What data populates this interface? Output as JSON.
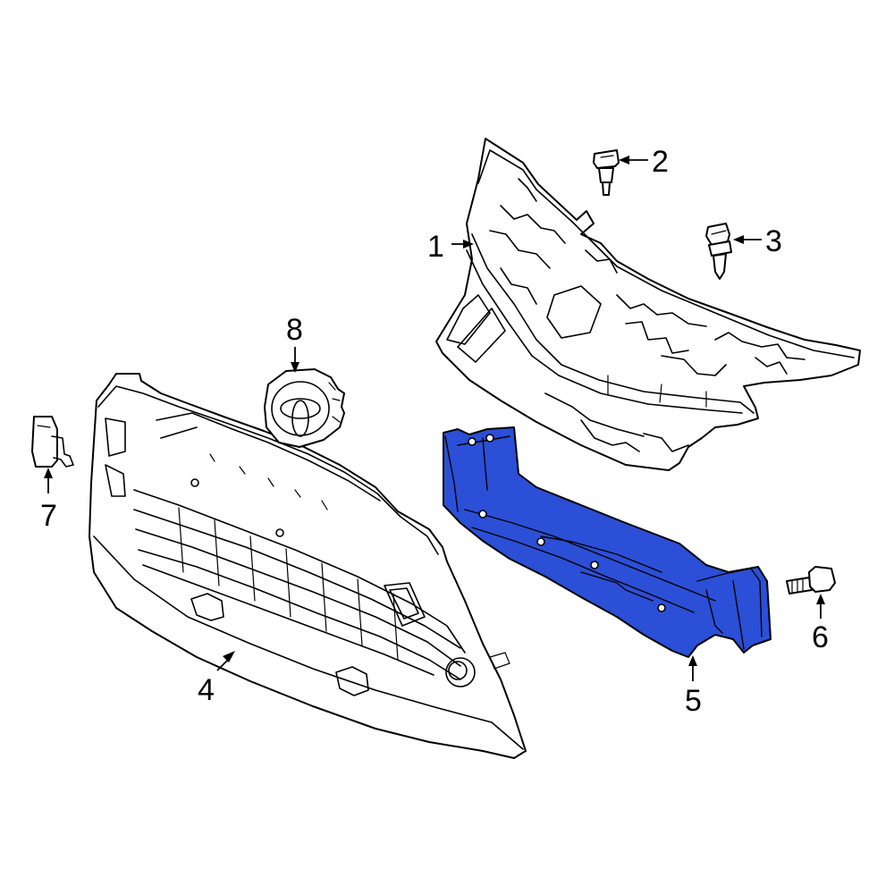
{
  "diagram": {
    "highlight_color": "#2b4fd6",
    "callouts": [
      {
        "id": "1",
        "label": "1"
      },
      {
        "id": "2",
        "label": "2"
      },
      {
        "id": "3",
        "label": "3"
      },
      {
        "id": "4",
        "label": "4"
      },
      {
        "id": "5",
        "label": "5"
      },
      {
        "id": "6",
        "label": "6"
      },
      {
        "id": "7",
        "label": "7"
      },
      {
        "id": "8",
        "label": "8"
      }
    ]
  }
}
